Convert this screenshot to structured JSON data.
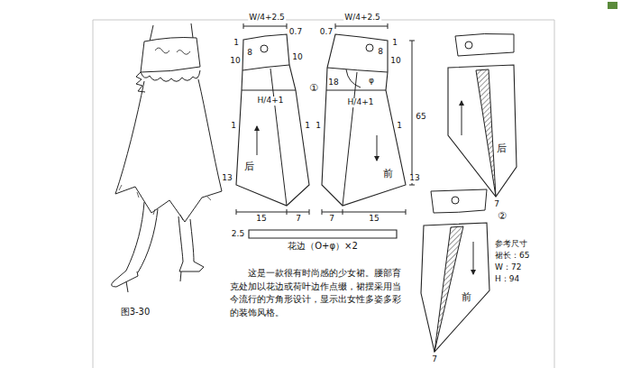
{
  "diagram": {
    "caption": "图3-30",
    "nodes": [
      {
        "text": [
          "后"
        ]
      },
      {
        "text": [
          "前"
        ]
      },
      {
        "text": [
          "花边（O+φ）×2"
        ]
      },
      {
        "text": [
          "后"
        ]
      },
      {
        "text": [
          "前"
        ]
      }
    ],
    "labels": [
      "W/4+2.5",
      "1",
      "8",
      "10",
      "0.7",
      "10",
      "H/4+1",
      "1",
      "1",
      "13",
      "15",
      "7",
      "①",
      "W/4+2.5",
      "0.7",
      "1",
      "8",
      "10",
      "18",
      "φ",
      "H/4+1",
      "1",
      "1",
      "65",
      "13",
      "7",
      "15",
      "2.5",
      "7",
      "②",
      "7",
      "参考尺寸",
      "裙长：65",
      "W：72",
      "H：94",
      "这是一款很有时尚感的少女裙。腰部育克处加以花边或荷叶边作点缀，裙摆采用当今流行的方角形设计，显示出女性多姿多彩的装饰风格。"
    ]
  }
}
